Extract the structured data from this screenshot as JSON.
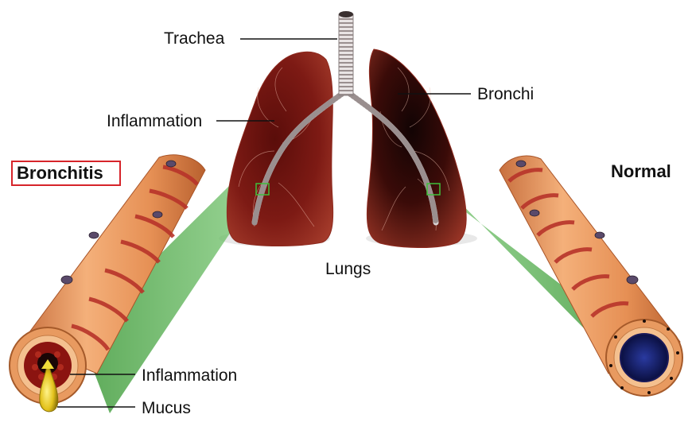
{
  "labels": {
    "trachea": "Trachea",
    "bronchi": "Bronchi",
    "inflammation_lung": "Inflammation",
    "bronchitis": "Bronchitis",
    "normal": "Normal",
    "lungs": "Lungs",
    "inflammation_airway": "Inflammation",
    "mucus": "Mucus"
  },
  "colors": {
    "highlight_box": "#d6242a",
    "lung": "#7a1712",
    "lung_dark": "#1a0707",
    "airway_outer": "#e8925a",
    "airway_band": "#b8342a",
    "magnify_beam": "#5fb85a",
    "mucus": "#e0c21a",
    "normal_lumen": "#101650"
  }
}
